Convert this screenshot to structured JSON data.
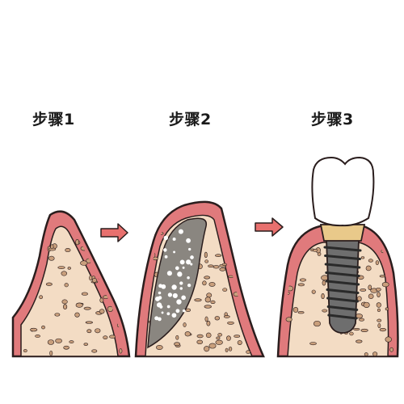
{
  "steps": [
    {
      "label": "步骤1"
    },
    {
      "label": "步骤2"
    },
    {
      "label": "步骤3"
    }
  ],
  "colors": {
    "gum": "#e07a7c",
    "gum_outline": "#2a1d1d",
    "bone": "#f3dcc4",
    "bone_speck": "#c99f7c",
    "graft": "#8a8680",
    "arrow": "#e8706e",
    "crown": "#ffffff",
    "abutment": "#e9c98a",
    "implant": "#6e6e6e"
  },
  "icons": [
    "right-arrow-icon",
    "right-arrow-icon"
  ]
}
